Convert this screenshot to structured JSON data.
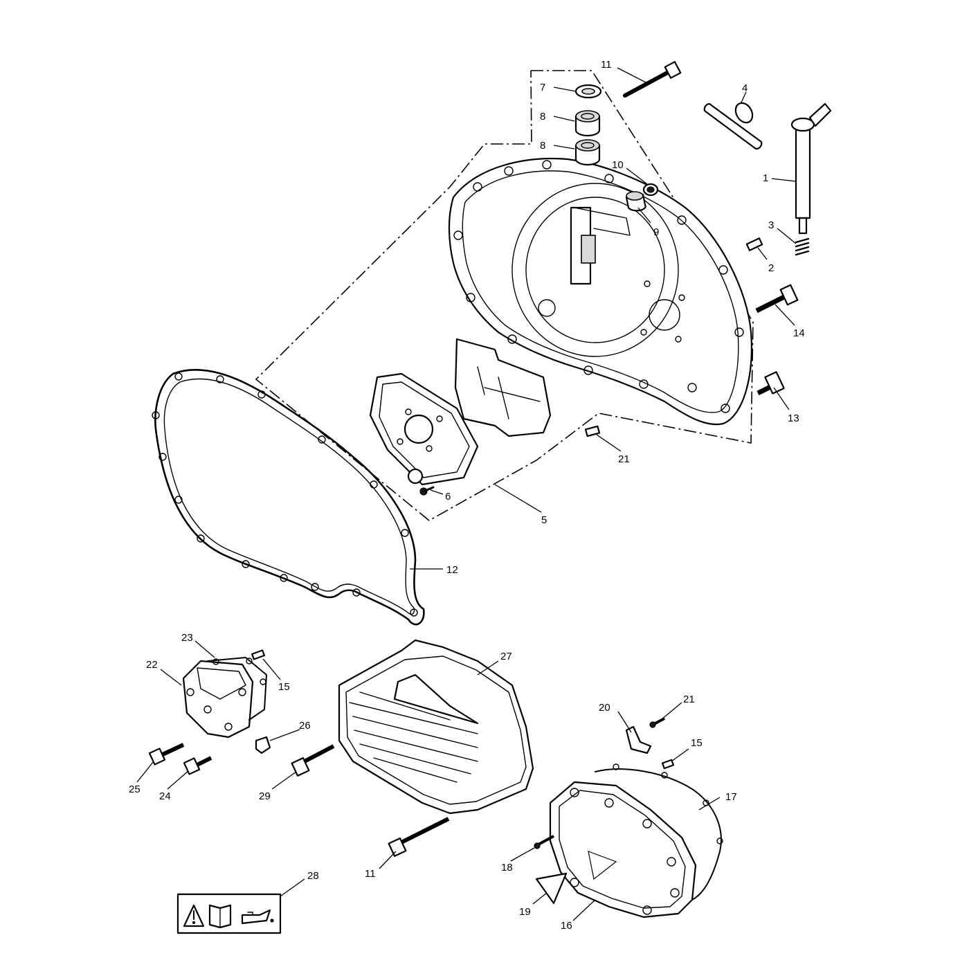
{
  "callouts": [
    {
      "id": "c1",
      "label": "1"
    },
    {
      "id": "c2",
      "label": "2"
    },
    {
      "id": "c3",
      "label": "3"
    },
    {
      "id": "c4",
      "label": "4"
    },
    {
      "id": "c5",
      "label": "5"
    },
    {
      "id": "c6",
      "label": "6"
    },
    {
      "id": "c7",
      "label": "7"
    },
    {
      "id": "c8a",
      "label": "8"
    },
    {
      "id": "c8b",
      "label": "8"
    },
    {
      "id": "c9",
      "label": "9"
    },
    {
      "id": "c10",
      "label": "10"
    },
    {
      "id": "c11a",
      "label": "11"
    },
    {
      "id": "c11b",
      "label": "11"
    },
    {
      "id": "c12",
      "label": "12"
    },
    {
      "id": "c13",
      "label": "13"
    },
    {
      "id": "c14",
      "label": "14"
    },
    {
      "id": "c15a",
      "label": "15"
    },
    {
      "id": "c15b",
      "label": "15"
    },
    {
      "id": "c16",
      "label": "16"
    },
    {
      "id": "c17",
      "label": "17"
    },
    {
      "id": "c18",
      "label": "18"
    },
    {
      "id": "c19",
      "label": "19"
    },
    {
      "id": "c20",
      "label": "20"
    },
    {
      "id": "c21a",
      "label": "21"
    },
    {
      "id": "c21b",
      "label": "21"
    },
    {
      "id": "c22",
      "label": "22"
    },
    {
      "id": "c23",
      "label": "23"
    },
    {
      "id": "c24",
      "label": "24"
    },
    {
      "id": "c25",
      "label": "25"
    },
    {
      "id": "c26",
      "label": "26"
    },
    {
      "id": "c27",
      "label": "27"
    },
    {
      "id": "c28",
      "label": "28"
    },
    {
      "id": "c29",
      "label": "29"
    }
  ],
  "warning_label_icons": [
    "warning-triangle-icon",
    "manual-book-icon",
    "oil-can-icon"
  ]
}
